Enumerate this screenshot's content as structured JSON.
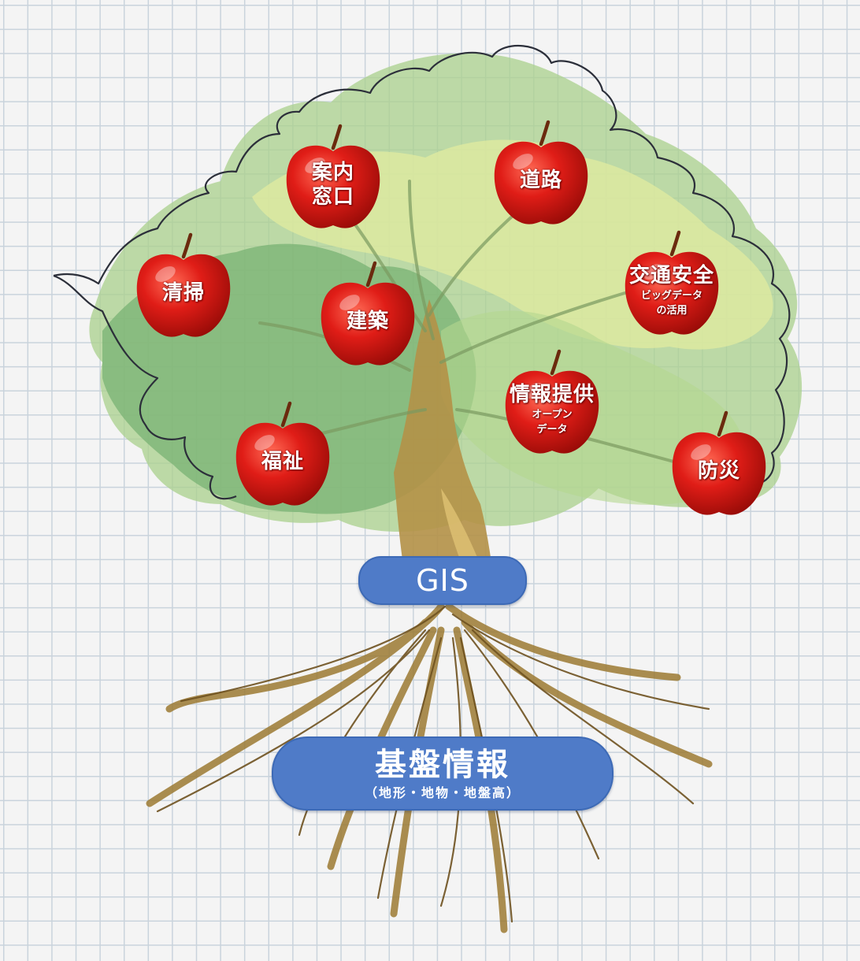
{
  "apples": [
    {
      "id": "annai",
      "lines": [
        "案内",
        "窓口"
      ],
      "sub": []
    },
    {
      "id": "douro",
      "lines": [
        "道路"
      ],
      "sub": []
    },
    {
      "id": "seisou",
      "lines": [
        "清掃"
      ],
      "sub": []
    },
    {
      "id": "kenchiku",
      "lines": [
        "建築"
      ],
      "sub": []
    },
    {
      "id": "koutsu",
      "lines": [
        "交通安全"
      ],
      "sub": [
        "ビッグデータ",
        "の活用"
      ]
    },
    {
      "id": "jouhou",
      "lines": [
        "情報提供"
      ],
      "sub": [
        "オープン",
        "データ"
      ]
    },
    {
      "id": "fukushi",
      "lines": [
        "福祉"
      ],
      "sub": []
    },
    {
      "id": "bousai",
      "lines": [
        "防災"
      ],
      "sub": []
    }
  ],
  "gis": {
    "label": "GIS"
  },
  "base": {
    "title": "基盤情報",
    "subtitle": "（地形・地物・地盤高）"
  },
  "colors": {
    "apple": "#e01d17",
    "apple_dark": "#9a0c08",
    "pill": "#4f7bc8",
    "leaf_light": "#d9e88a",
    "leaf_mid": "#9ccb7c",
    "leaf_dark": "#74ad6f",
    "trunk": "#b49147",
    "root": "#8b6a2a"
  }
}
